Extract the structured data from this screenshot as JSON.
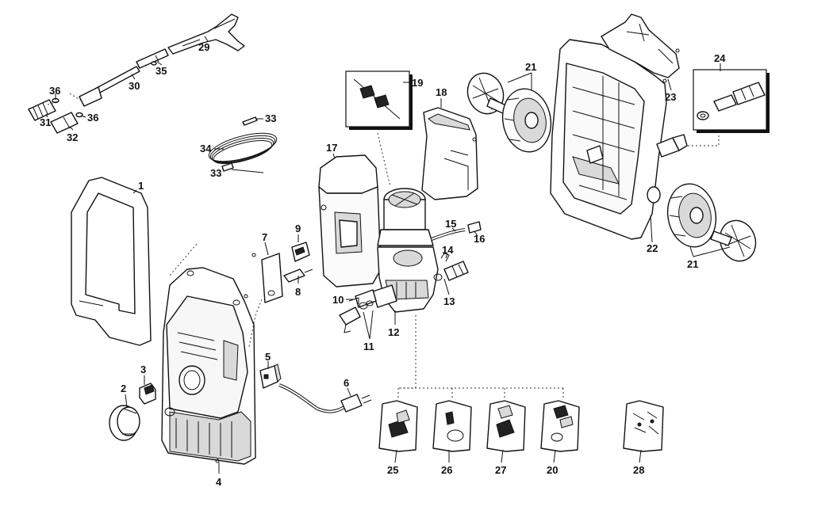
{
  "parts": [
    {
      "key": "p1",
      "number": "1"
    },
    {
      "key": "p2",
      "number": "2"
    },
    {
      "key": "p3",
      "number": "3"
    },
    {
      "key": "p4",
      "number": "4"
    },
    {
      "key": "p5",
      "number": "5"
    },
    {
      "key": "p6",
      "number": "6"
    },
    {
      "key": "p7",
      "number": "7"
    },
    {
      "key": "p8",
      "number": "8"
    },
    {
      "key": "p9",
      "number": "9"
    },
    {
      "key": "p10",
      "number": "10"
    },
    {
      "key": "p11",
      "number": "11"
    },
    {
      "key": "p12",
      "number": "12"
    },
    {
      "key": "p13",
      "number": "13"
    },
    {
      "key": "p14",
      "number": "14"
    },
    {
      "key": "p15",
      "number": "15"
    },
    {
      "key": "p16",
      "number": "16"
    },
    {
      "key": "p17",
      "number": "17"
    },
    {
      "key": "p18",
      "number": "18"
    },
    {
      "key": "p19",
      "number": "19"
    },
    {
      "key": "p20",
      "number": "20"
    },
    {
      "key": "p21a",
      "number": "21"
    },
    {
      "key": "p21b",
      "number": "21"
    },
    {
      "key": "p22",
      "number": "22"
    },
    {
      "key": "p23",
      "number": "23"
    },
    {
      "key": "p24",
      "number": "24"
    },
    {
      "key": "p25",
      "number": "25"
    },
    {
      "key": "p26",
      "number": "26"
    },
    {
      "key": "p27",
      "number": "27"
    },
    {
      "key": "p28",
      "number": "28"
    },
    {
      "key": "p29",
      "number": "29"
    },
    {
      "key": "p30",
      "number": "30"
    },
    {
      "key": "p31",
      "number": "31"
    },
    {
      "key": "p32",
      "number": "32"
    },
    {
      "key": "p33a",
      "number": "33"
    },
    {
      "key": "p33b",
      "number": "33"
    },
    {
      "key": "p34",
      "number": "34"
    },
    {
      "key": "p35",
      "number": "35"
    },
    {
      "key": "p36a",
      "number": "36"
    },
    {
      "key": "p36b",
      "number": "36"
    }
  ]
}
